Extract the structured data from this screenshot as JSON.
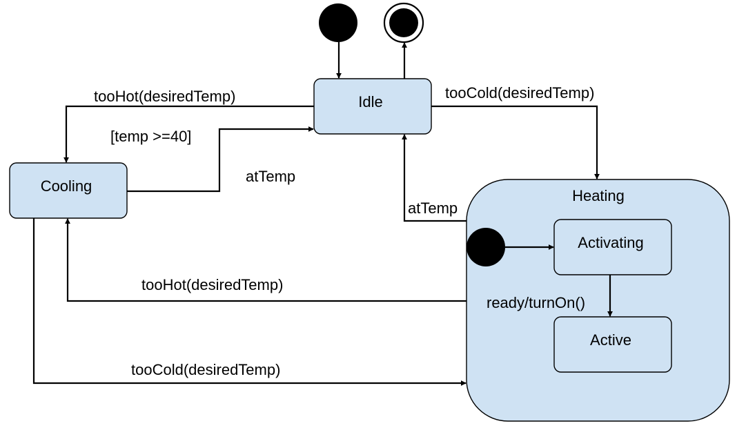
{
  "colors": {
    "state_fill": "#cfe2f3",
    "stroke": "#000000",
    "background": "#ffffff"
  },
  "states": {
    "idle": "Idle",
    "cooling": "Cooling",
    "heating": "Heating",
    "activating": "Activating",
    "active": "Active"
  },
  "transitions": {
    "idle_to_cooling": "tooHot(desiredTemp)",
    "cooling_guard": "[temp >=40]",
    "cooling_to_idle": "atTemp",
    "idle_to_heating": "tooCold(desiredTemp)",
    "heating_to_idle": "atTemp",
    "heating_to_cooling": "tooHot(desiredTemp)",
    "activating_to_active": "ready/turnOn()",
    "cooling_to_heating": "tooCold(desiredTemp)"
  }
}
